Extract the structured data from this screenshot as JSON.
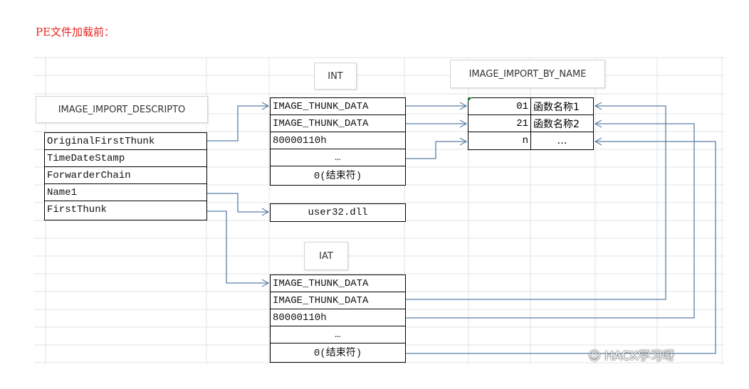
{
  "title": "PE文件加载前：",
  "labels": {
    "descriptor": "IMAGE_IMPORT_DESCRIPTO",
    "int": "INT",
    "ibn": "IMAGE_IMPORT_BY_NAME",
    "iat": "IAT"
  },
  "descriptor_fields": [
    "OriginalFirstThunk",
    "TimeDateStamp",
    "ForwarderChain",
    "Name1",
    "FirstThunk"
  ],
  "int_rows": [
    "IMAGE_THUNK_DATA",
    "IMAGE_THUNK_DATA",
    "80000110h",
    "…",
    "0(结束符)"
  ],
  "dll_name": "user32.dll",
  "iat_rows": [
    "IMAGE_THUNK_DATA",
    "IMAGE_THUNK_DATA",
    "80000110h",
    "…",
    "0(结束符)"
  ],
  "ibn_rows": [
    {
      "hint": "01",
      "name": "函数名称1"
    },
    {
      "hint": "21",
      "name": "函数名称2"
    },
    {
      "hint": "n",
      "name": "…"
    }
  ],
  "watermark": "HACK学习呀",
  "colors": {
    "title": "#e8261f",
    "arrow": "#5b7fa6",
    "grid": "#e3e3e3"
  }
}
